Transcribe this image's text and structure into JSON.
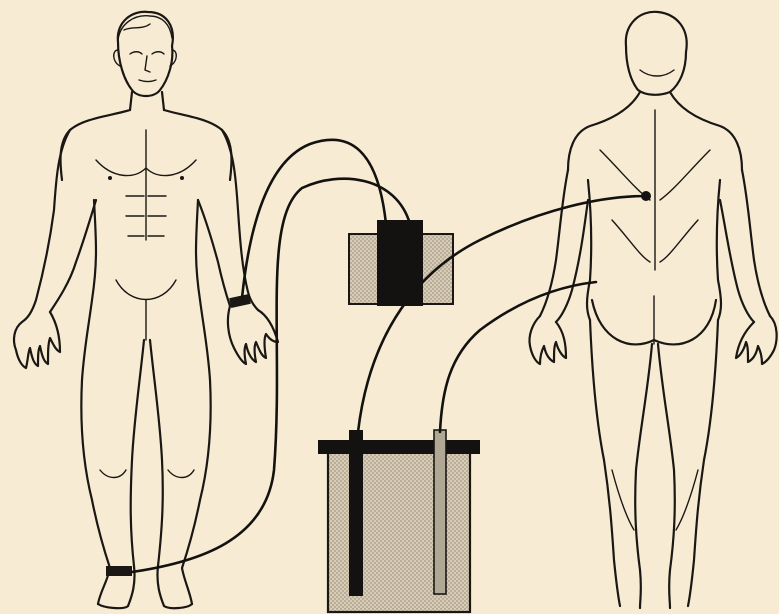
{
  "figure": {
    "background_color": "#f7ecd3",
    "ink_color": "#1a1714",
    "fluid_fill_color": "#c9bfae",
    "electrode_color": "#141210",
    "reference_electrode_color": "#b0a794"
  },
  "components": [
    "front-figure",
    "back-figure",
    "small-vessel",
    "large-vessel",
    "wrist-electrode",
    "ankle-electrode",
    "back-electrode-point"
  ]
}
